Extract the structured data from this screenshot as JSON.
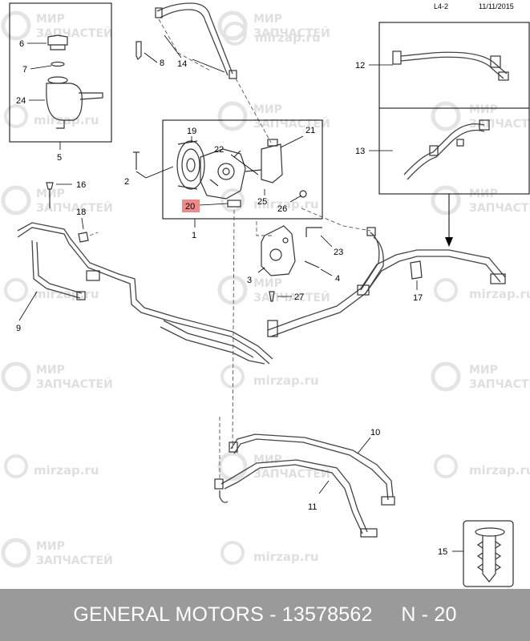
{
  "header": {
    "page_code": "L4-2",
    "date": "11/11/2015"
  },
  "watermark": {
    "line1": "МИР",
    "line2": "ЗАПЧАСТЕЙ",
    "site": "mirzap.ru"
  },
  "callouts": {
    "c1": "1",
    "c2": "2",
    "c3": "3",
    "c4": "4",
    "c5": "5",
    "c6": "6",
    "c7": "7",
    "c8": "8",
    "c9": "9",
    "c10": "10",
    "c11": "11",
    "c12": "12",
    "c13": "13",
    "c14": "14",
    "c15": "15",
    "c16": "16",
    "c17": "17",
    "c18": "18",
    "c19": "19",
    "c20": "20",
    "c21": "21",
    "c22": "22",
    "c23": "23",
    "c24": "24",
    "c25": "25",
    "c26": "26",
    "c27": "27"
  },
  "highlighted_callout": "20",
  "colors": {
    "highlight": "#f08a8a",
    "footer_bg": "#9a9a9a",
    "footer_text": "#ffffff",
    "watermark": "#dfdfdf"
  },
  "footer": {
    "brand": "GENERAL MOTORS",
    "part_number": "13578562",
    "page": "N - 20",
    "text": "GENERAL MOTORS - 13578562     N - 20"
  }
}
